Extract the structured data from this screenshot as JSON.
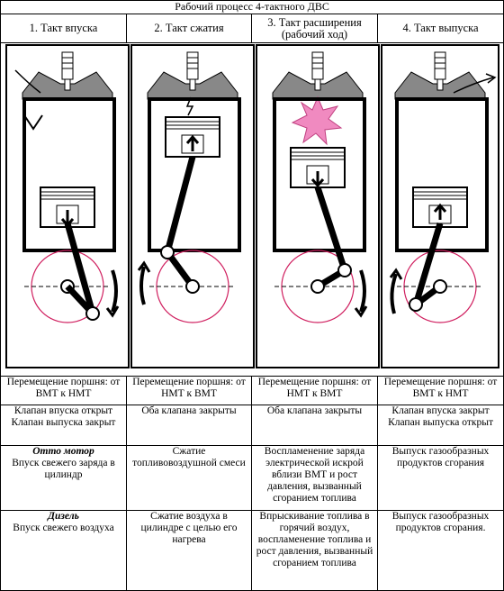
{
  "title": "Рабочий процесс 4-тактного ДВС",
  "strokes": [
    {
      "label": "1. Такт впуска"
    },
    {
      "label": "2. Такт сжатия"
    },
    {
      "label": "3. Такт расширения (рабочий ход)"
    },
    {
      "label": "4. Такт выпуска"
    }
  ],
  "rows": {
    "movement": [
      "Перемещение поршня: от ВМТ к НМТ",
      "Перемещение поршня: от НМТ к ВМТ",
      "Перемещение поршня: от НМТ к ВМТ",
      "Перемещение поршня: от ВМТ к НМТ"
    ],
    "valves": [
      "Клапан впуска открыт Клапан выпуска закрыт",
      "Оба клапана закрыты",
      "Оба клапана закрыты",
      "Клапан впуска закрыт Клапан выпуска открыт"
    ],
    "otto_label": "Отто мотор",
    "otto": [
      "Впуск свежего заряда в цилиндр",
      "Сжатие топливовоздушной смеси",
      "Воспламенение заряда электрической искрой вблизи ВМТ и рост давления, вызванный сгоранием топлива",
      "Выпуск газообразных продуктов сгорания"
    ],
    "diesel_label": "Дизель",
    "diesel": [
      "Впуск свежего воздуха",
      "Сжатие воздуха в цилиндре с целью его нагрева",
      "Впрыскивание топлива в горячий воздух, воспламенение топлива и рост давления, вызванный сгоранием топлива",
      "Выпуск газообразных продуктов сгорания."
    ]
  }
}
